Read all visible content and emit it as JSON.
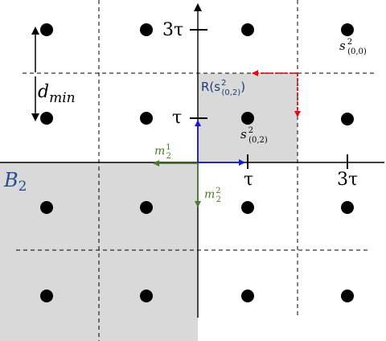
{
  "labels": {
    "tau_y": "τ",
    "three_tau_y": "3τ",
    "tau_x": "τ",
    "three_tau_x": "3τ",
    "dmin_main": "d",
    "dmin_sub": "min",
    "region_b_main": "B",
    "region_b_sub": "2",
    "r_func_prefix": "R(s",
    "r_func_sup": "2",
    "r_func_sub": "(0,2)",
    "r_func_suffix": ")",
    "s02_main": "s",
    "s02_sup": "2",
    "s02_sub": "(0,2)",
    "s00_main": "s",
    "s00_sup": "2",
    "s00_sub": "(0,0)",
    "m1_main": "m",
    "m1_sup": "1",
    "m1_sub": "2",
    "m2_main": "m",
    "m2_sup": "2",
    "m2_sub": "2"
  },
  "colors": {
    "axis": "#000000",
    "grid": "#000000",
    "point": "#000000",
    "region_fill": "#d9d9d9",
    "blue_arrow": "#1a1acc",
    "green_arrow": "#4a7a2a",
    "red_arrow": "#dd1111",
    "r_label": "#1f3a7a",
    "b_label": "#1f4f8f"
  }
}
